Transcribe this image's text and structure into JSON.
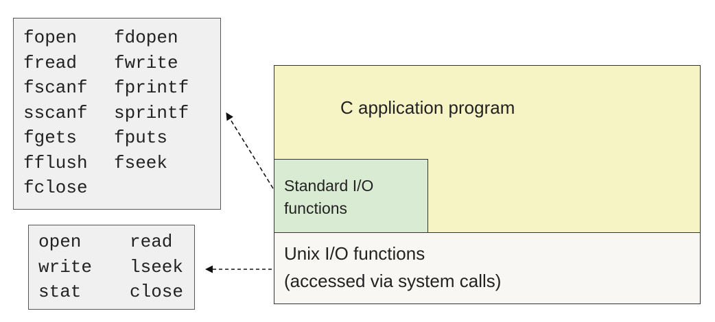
{
  "stdio_box": {
    "col1": [
      "fopen",
      "fread",
      "fscanf",
      "sscanf",
      "fgets",
      "fflush",
      "fclose"
    ],
    "col2": [
      "fdopen",
      "fwrite",
      "fprintf",
      "sprintf",
      "fputs",
      "fseek"
    ]
  },
  "unix_box": {
    "col1": [
      "open",
      "write",
      "stat"
    ],
    "col2": [
      "read",
      "lseek",
      "close"
    ]
  },
  "regions": {
    "app": "C application program",
    "std_line1": "Standard I/O",
    "std_line2": "functions",
    "unix_line1": "Unix I/O functions",
    "unix_line2": "(accessed via system calls)"
  },
  "colors": {
    "app_fill": "#f6f3c5",
    "std_fill": "#d9ebd2",
    "unix_fill": "#f9f7f3",
    "code_fill": "#f0f0f0"
  }
}
